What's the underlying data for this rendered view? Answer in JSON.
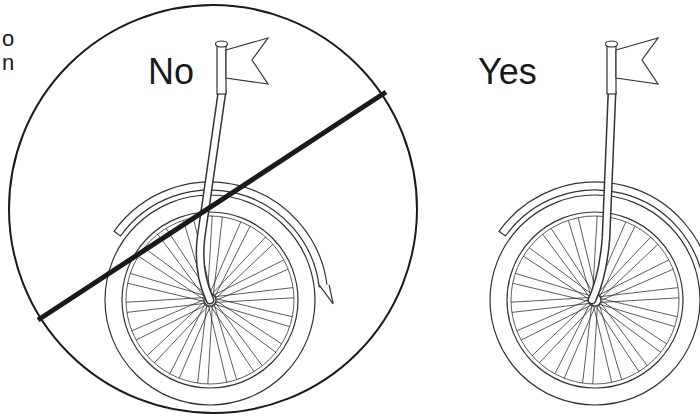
{
  "diagram": {
    "labels": [
      "o",
      "n",
      "No",
      "Yes"
    ]
  }
}
